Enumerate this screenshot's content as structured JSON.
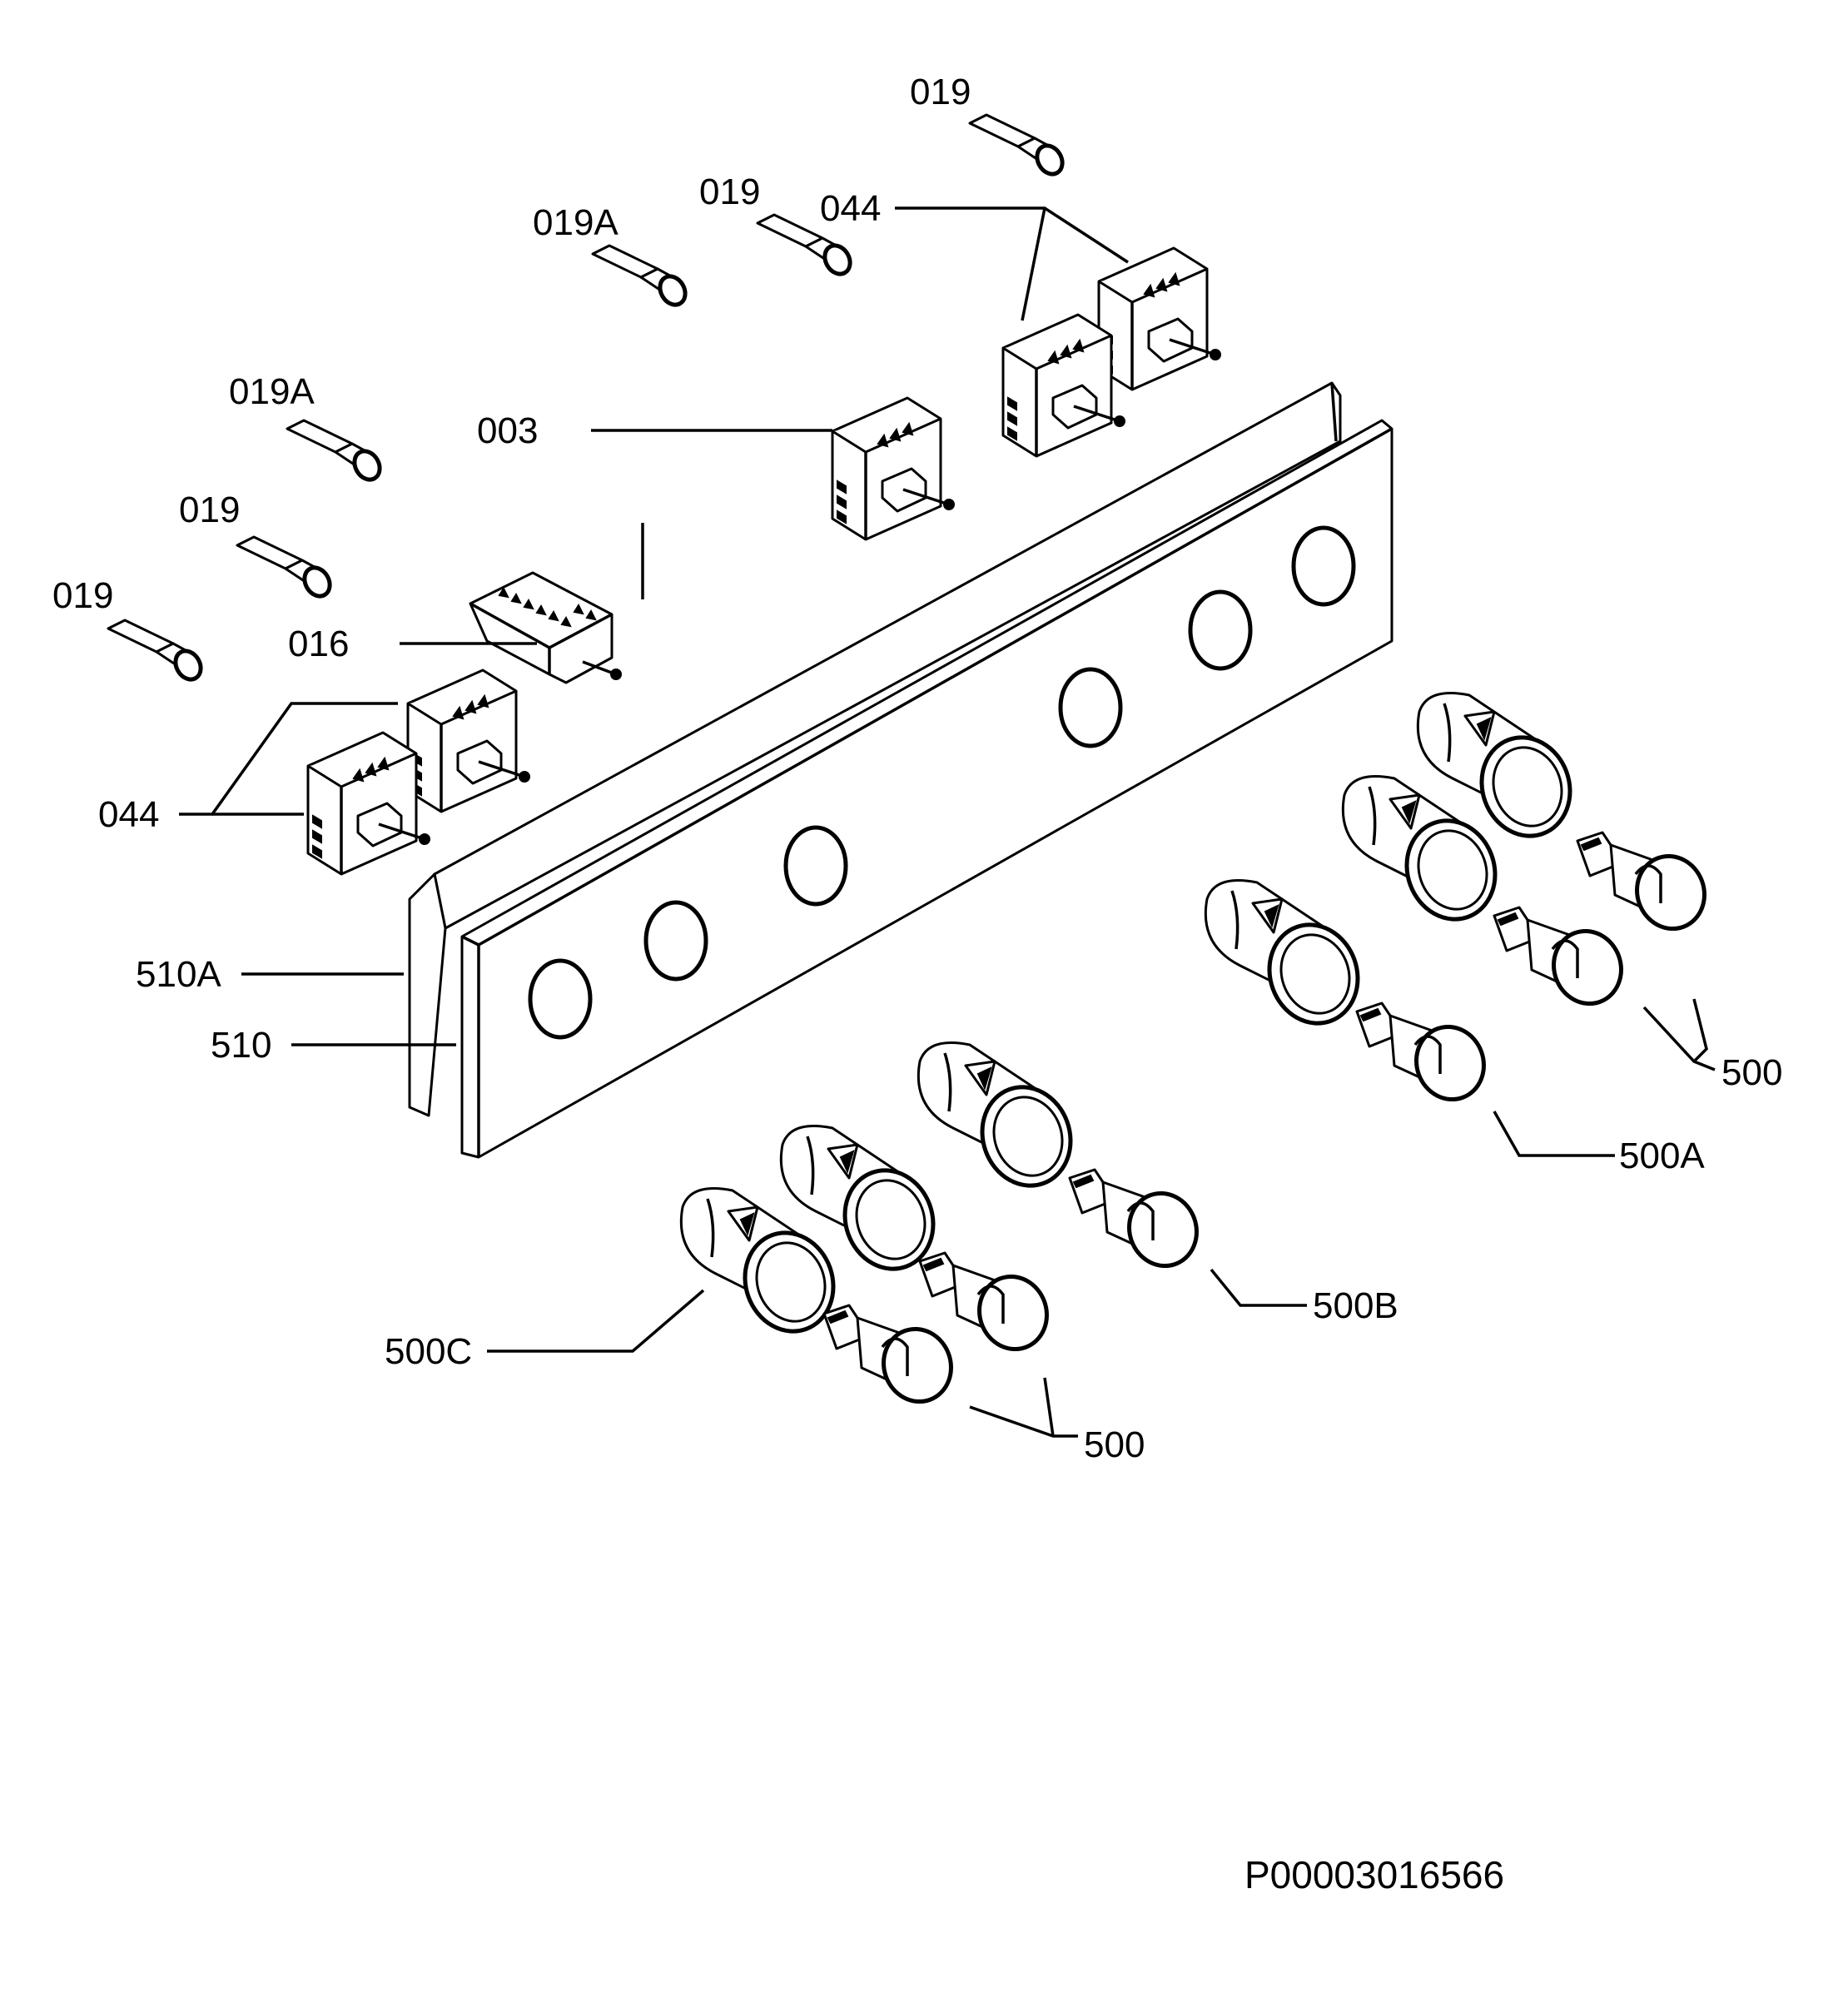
{
  "diagram": {
    "labels": {
      "pin_019_a": "019",
      "pin_019_b": "019",
      "pin_019A_a": "019A",
      "pin_019A_b": "019A",
      "pin_019_c": "019",
      "pin_019_d": "019",
      "switch_044_top": "044",
      "switch_003": "003",
      "selector_016": "016",
      "switch_044_left": "044",
      "panel_510A": "510A",
      "panel_510": "510",
      "knob_500_right": "500",
      "knob_500A": "500A",
      "knob_500B": "500B",
      "knob_500C": "500C",
      "knob_500_bottom": "500"
    },
    "drawing_code": "P00003016566"
  }
}
